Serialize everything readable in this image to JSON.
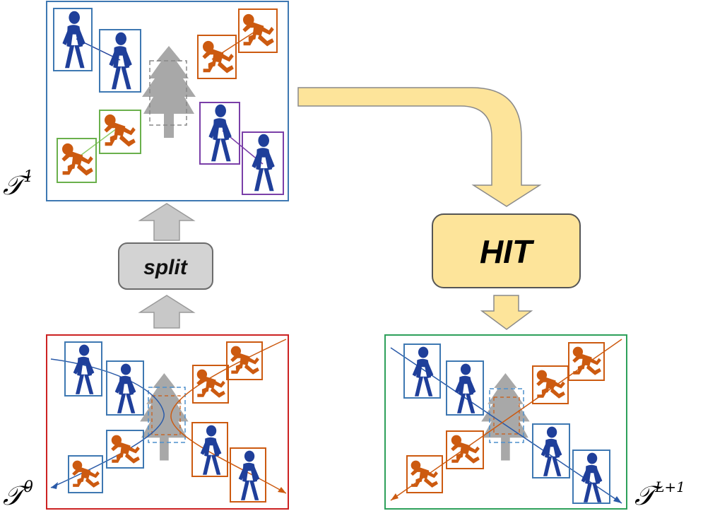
{
  "labels": {
    "split": "split",
    "hit": "HIT",
    "t1_base": "𝒯",
    "t1_sup": "1",
    "t0_base": "𝒯",
    "t0_sup": "0",
    "tl_base": "𝒯",
    "tl_sup": "L+1"
  },
  "colors": {
    "panel_top": "#3e78b2",
    "panel_bottom_left": "#cc2222",
    "panel_bottom_right": "#2da05a",
    "walker": "#1f3f9a",
    "runner": "#cc5a10",
    "tree": "#a8a8a8",
    "split_fill": "#d3d3d3",
    "hit_fill": "#fde49a",
    "arrow_gray": "#c8c8c8",
    "arrow_yellow": "#fde49a",
    "green_pair": "#6ab04c",
    "purple_pair": "#7a3fa8",
    "track_box": "#4d8fcc"
  },
  "icons": [
    "walker-icon",
    "runner-icon",
    "tree-icon"
  ]
}
